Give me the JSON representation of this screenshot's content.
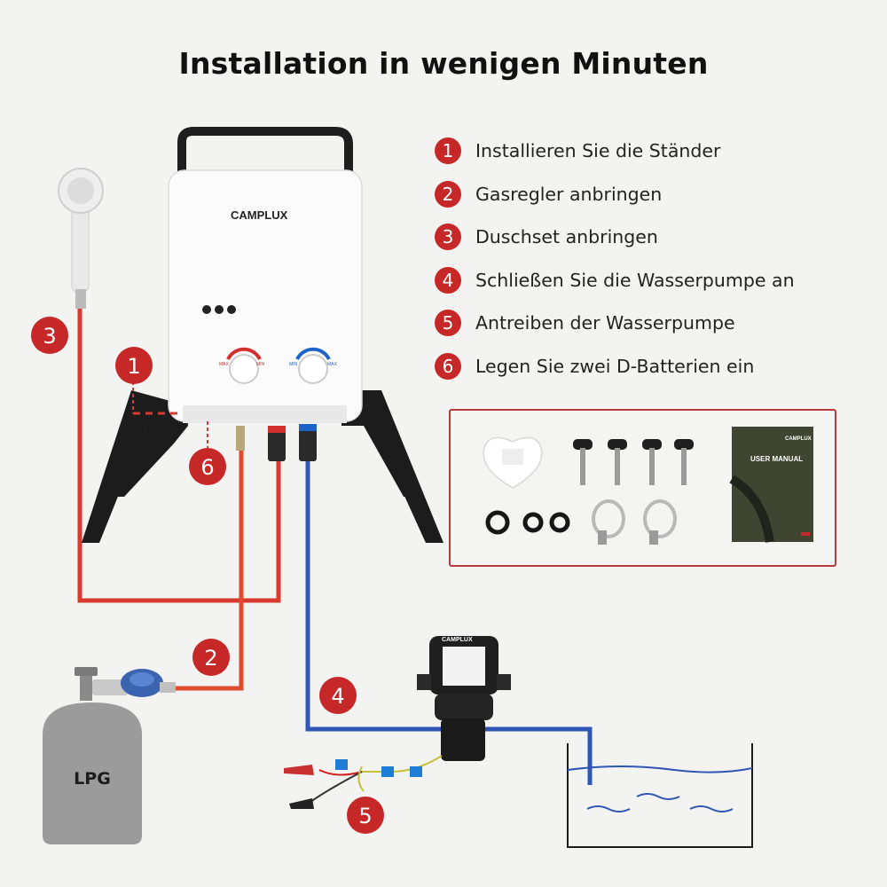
{
  "title": "Installation in wenigen Minuten",
  "steps": [
    {
      "num": "1",
      "text": "Installieren Sie die Ständer"
    },
    {
      "num": "2",
      "text": "Gasregler anbringen"
    },
    {
      "num": "3",
      "text": "Duschset anbringen"
    },
    {
      "num": "4",
      "text": "Schließen Sie die Wasserpumpe an"
    },
    {
      "num": "5",
      "text": "Antreiben der Wasserpumpe"
    },
    {
      "num": "6",
      "text": "Legen Sie zwei D-Batterien ein"
    }
  ],
  "heater": {
    "brand": "CAMPLUX",
    "knob_left_min": "MAX",
    "knob_left_max": "MIN",
    "knob_right_min": "MIN",
    "knob_right_max": "MAX"
  },
  "pump": {
    "brand": "CAMPLUX"
  },
  "accessories": {
    "manual_brand": "CAMPLUX",
    "manual_title": "USER MANUAL"
  },
  "gas_tank": {
    "label": "LPG"
  },
  "badges": {
    "b1": "1",
    "b2": "2",
    "b3": "3",
    "b4": "4",
    "b5": "5",
    "b6": "6"
  },
  "colors": {
    "badge": "#c62828",
    "hot_line": "#d93a30",
    "cold_line": "#2f56b5",
    "gas_tank": "#9b9b9b"
  }
}
